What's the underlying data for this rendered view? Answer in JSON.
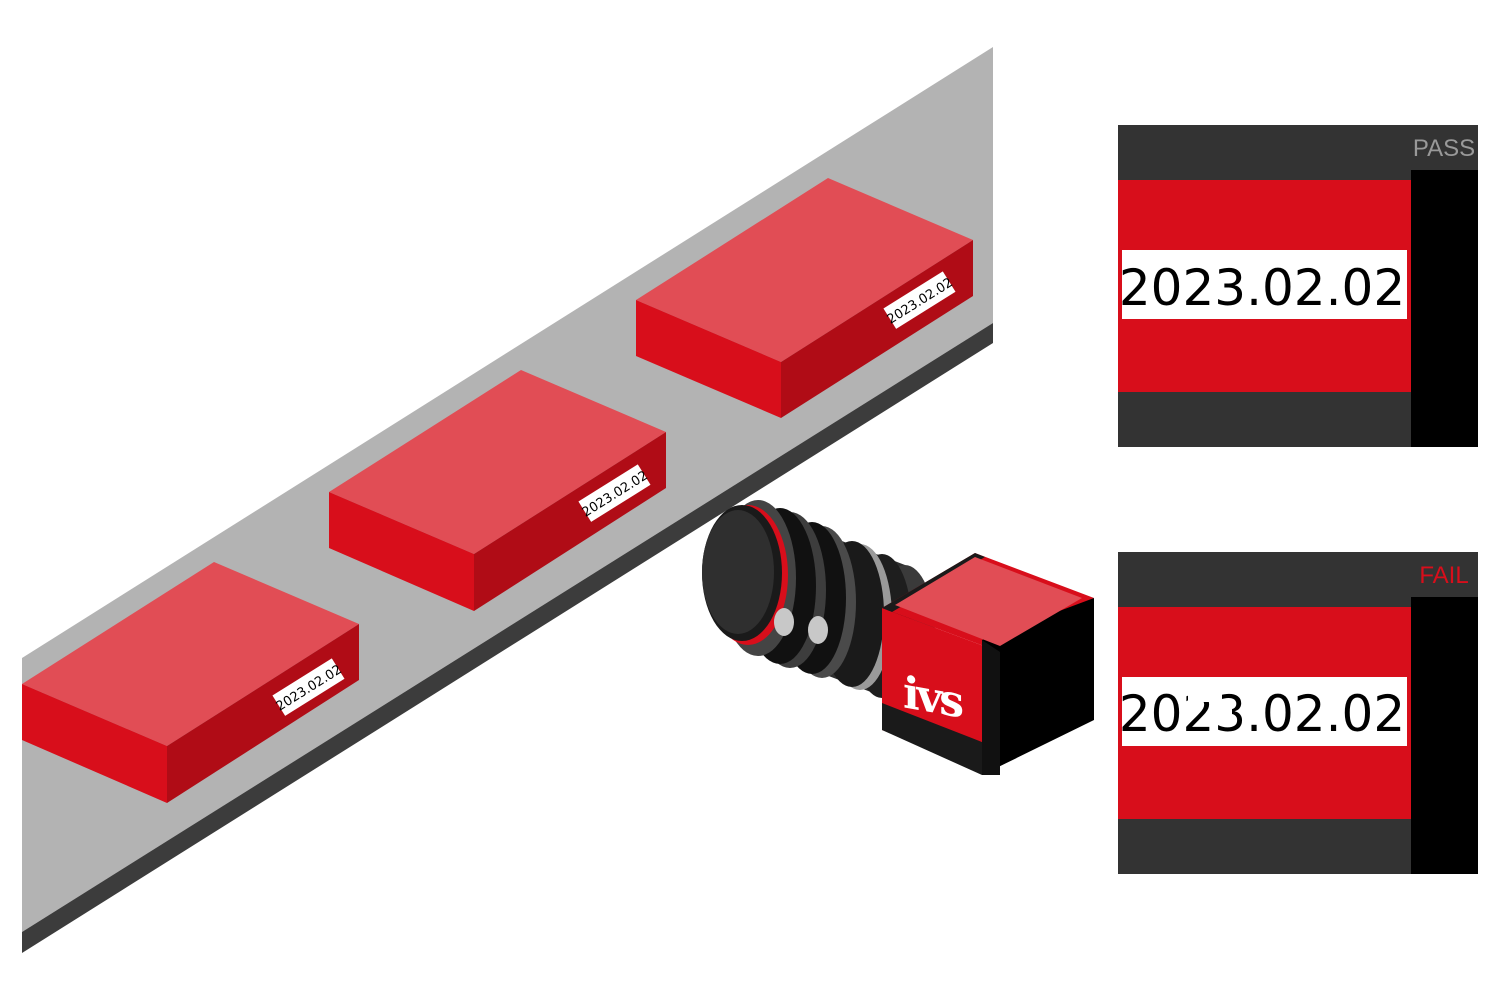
{
  "boxes": [
    {
      "label": "2023.02.02"
    },
    {
      "label": "2023.02.02"
    },
    {
      "label": "2023.02.02"
    }
  ],
  "camera": {
    "brand": "ivs"
  },
  "pass_panel": {
    "status": "PASS",
    "date": "2023.02.02"
  },
  "fail_panel": {
    "status": "FAIL",
    "date": "2023.02.02"
  },
  "colors": {
    "conveyor": "#b3b3b3",
    "conveyor_edge": "#3c3c3c",
    "box_top": "#e14d55",
    "box_front": "#d80e1b",
    "box_side": "#b00c16",
    "panel_dark": "#333333",
    "panel_side": "#000000",
    "pass_text": "#999999",
    "fail_text": "#d80e1b"
  },
  "icons": {
    "camera": "machine-vision-camera-icon",
    "conveyor": "conveyor-belt-icon"
  }
}
